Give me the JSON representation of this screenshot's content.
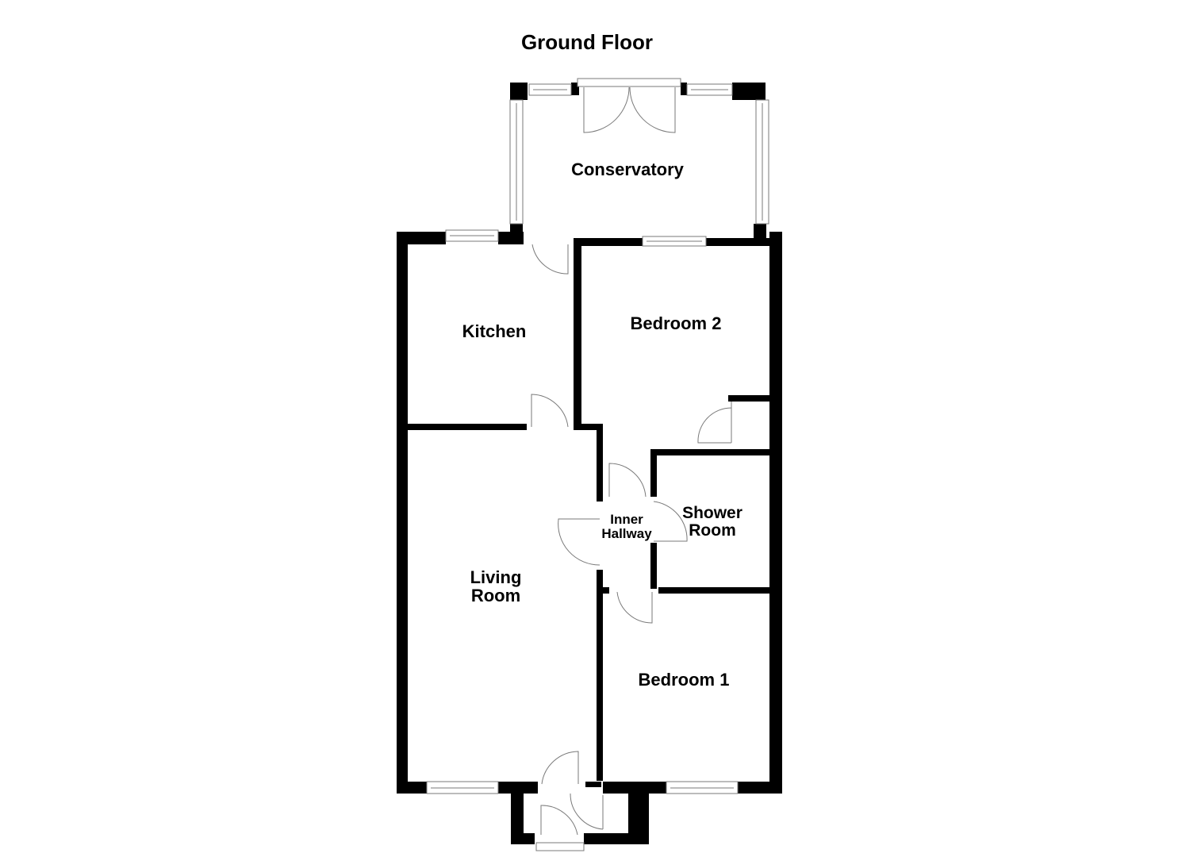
{
  "floor_title": "Ground Floor",
  "rooms": {
    "conservatory": "Conservatory",
    "kitchen": "Kitchen",
    "bedroom2": "Bedroom 2",
    "living_line1": "Living",
    "living_line2": "Room",
    "inner_line1": "Inner",
    "inner_line2": "Hallway",
    "shower_line1": "Shower",
    "shower_line2": "Room",
    "bedroom1": "Bedroom 1"
  },
  "colors": {
    "wall": "#000000",
    "fixture": "#7a7a7a",
    "background": "#ffffff"
  }
}
